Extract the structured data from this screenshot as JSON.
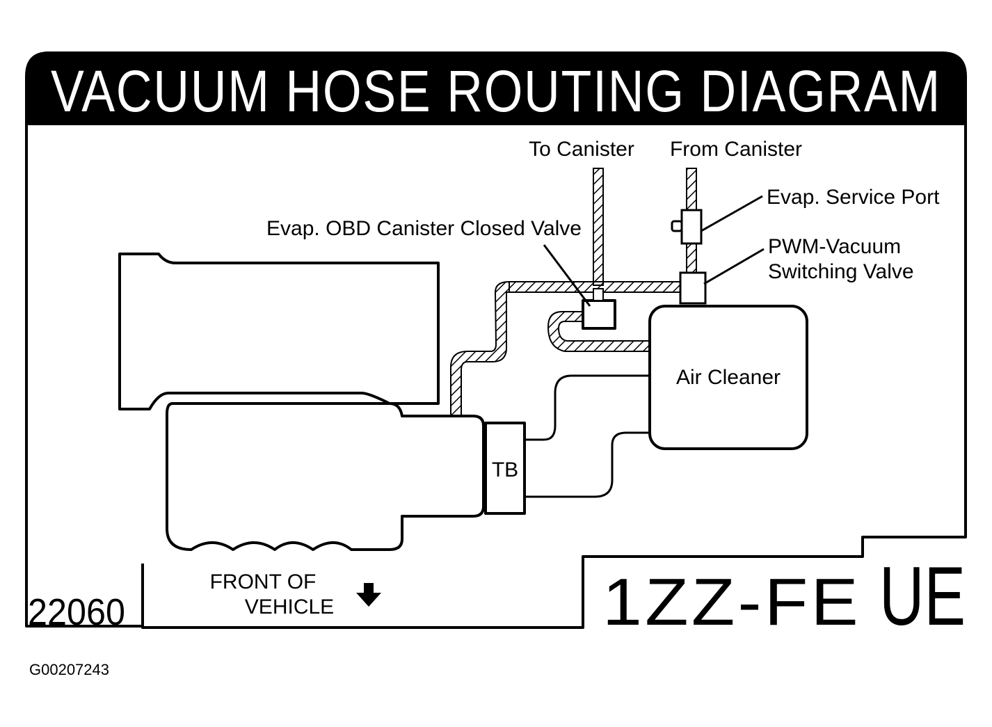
{
  "title": "VACUUM HOSE ROUTING DIAGRAM",
  "labels": {
    "to_canister": "To Canister",
    "from_canister": "From Canister",
    "evap_service_port": "Evap. Service Port",
    "pwm_line1": "PWM-Vacuum",
    "pwm_line2": "Switching Valve",
    "obd_valve": "Evap. OBD Canister Closed Valve",
    "air_cleaner": "Air Cleaner",
    "tb": "TB",
    "front_line1": "FRONT OF",
    "front_line2": "VEHICLE"
  },
  "part_number": "22060",
  "engine_code": "1ZZ-FE",
  "engine_suffix": "UE",
  "figure_id": "G00207243",
  "icons": {
    "front_arrow": "down-arrow-icon"
  },
  "colors": {
    "ink": "#000000",
    "paper": "#ffffff"
  }
}
